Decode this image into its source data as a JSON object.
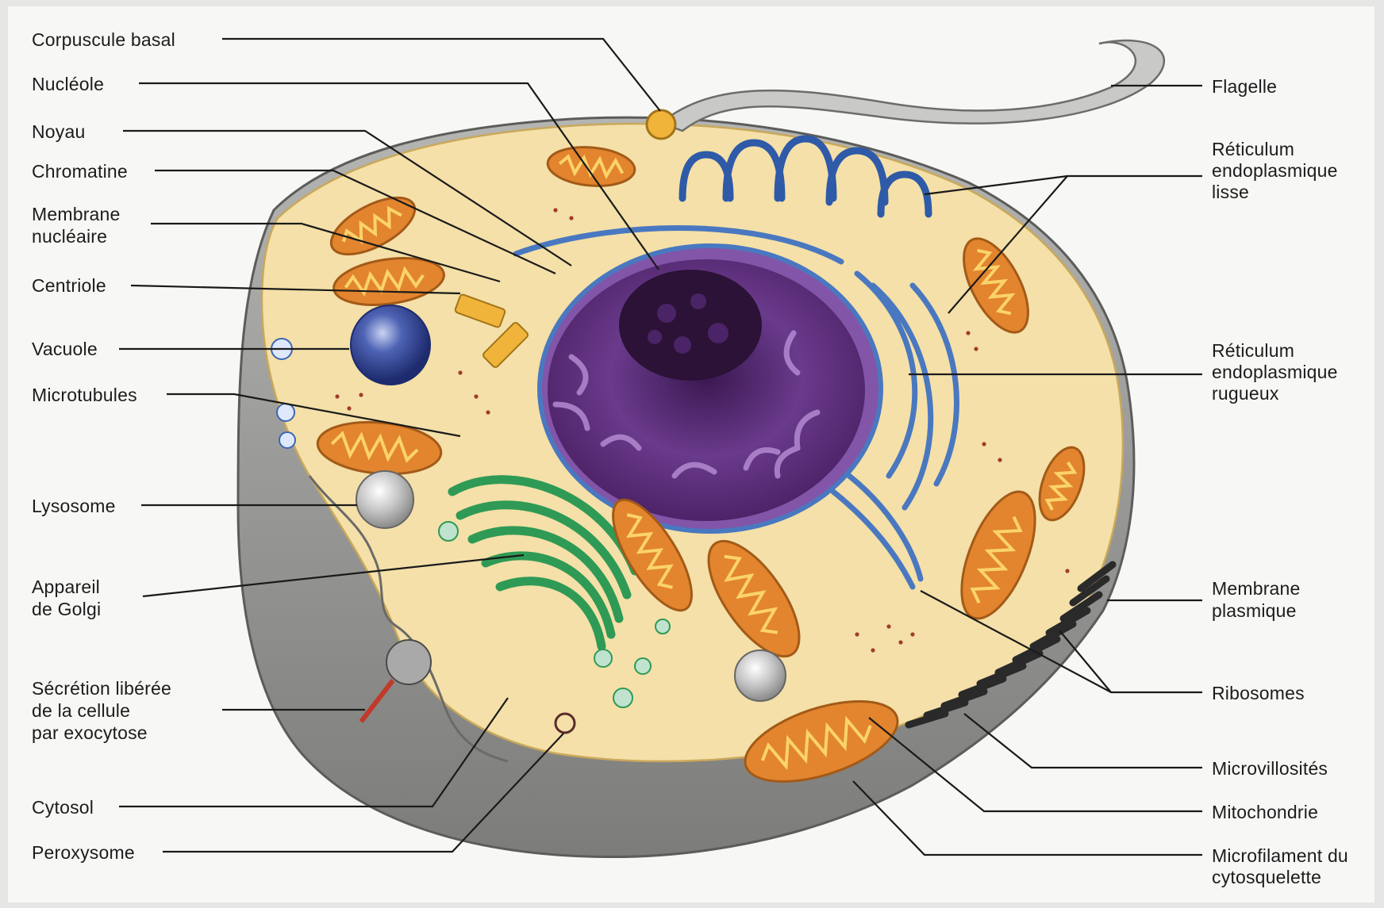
{
  "colors": {
    "background": "#e6e6e4",
    "paper": "#f7f7f5",
    "cytoplasm": "#f4e0a8",
    "membrane_shadow": "#8e8e8e",
    "nucleus": "#5b2d77",
    "nucleolus": "#2b1236",
    "rough_er": "#4a78c0",
    "smooth_er": "#2e5aa8",
    "golgi": "#2f9a55",
    "mitochondria": "#e2852e",
    "vacuole": "#2c3f8c",
    "lysosome": "#b9b9b9",
    "flagellum": "#8a8a8a",
    "basal_body": "#f0b43a"
  },
  "labels": {
    "left": [
      {
        "key": "corpuscule_basal",
        "lines": [
          "Corpuscule basal"
        ]
      },
      {
        "key": "nucleole",
        "lines": [
          "Nucléole"
        ]
      },
      {
        "key": "noyau",
        "lines": [
          "Noyau"
        ]
      },
      {
        "key": "chromatine",
        "lines": [
          "Chromatine"
        ]
      },
      {
        "key": "membrane_nucleaire",
        "lines": [
          "Membrane",
          "nucléaire"
        ]
      },
      {
        "key": "centriole",
        "lines": [
          "Centriole"
        ]
      },
      {
        "key": "vacuole",
        "lines": [
          "Vacuole"
        ]
      },
      {
        "key": "microtubules",
        "lines": [
          "Microtubules"
        ]
      },
      {
        "key": "lysosome",
        "lines": [
          "Lysosome"
        ]
      },
      {
        "key": "golgi",
        "lines": [
          "Appareil",
          "de Golgi"
        ]
      },
      {
        "key": "secretion",
        "lines": [
          "Sécrétion libérée",
          "de la cellule",
          "par exocytose"
        ]
      },
      {
        "key": "cytosol",
        "lines": [
          "Cytosol"
        ]
      },
      {
        "key": "peroxysome",
        "lines": [
          "Peroxysome"
        ]
      }
    ],
    "right": [
      {
        "key": "flagelle",
        "lines": [
          "Flagelle"
        ]
      },
      {
        "key": "rel",
        "lines": [
          "Réticulum",
          "endoplasmique",
          "lisse"
        ]
      },
      {
        "key": "rer",
        "lines": [
          "Réticulum",
          "endoplasmique",
          "rugueux"
        ]
      },
      {
        "key": "membrane_plasmique",
        "lines": [
          "Membrane",
          "plasmique"
        ]
      },
      {
        "key": "ribosomes",
        "lines": [
          "Ribosomes"
        ]
      },
      {
        "key": "microvillosites",
        "lines": [
          "Microvillosités"
        ]
      },
      {
        "key": "mitochondrie",
        "lines": [
          "Mitochondrie"
        ]
      },
      {
        "key": "microfilament",
        "lines": [
          "Microfilament du",
          "cytosquelette"
        ]
      }
    ]
  }
}
